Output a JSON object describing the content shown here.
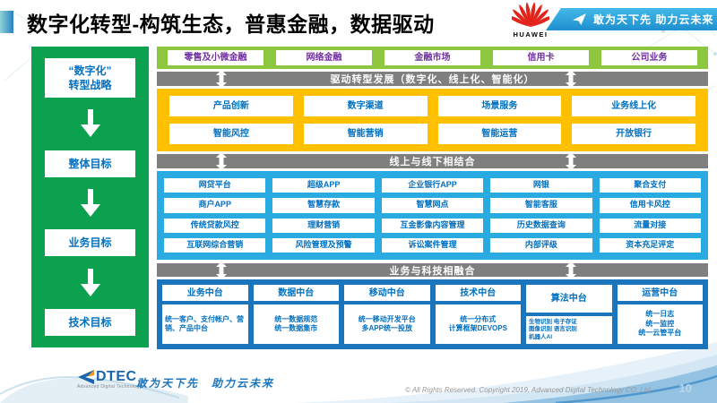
{
  "header": {
    "title": "数字化转型-构筑生态，普惠金融，数据驱动",
    "huawei_wordmark": "HUAWEI",
    "banner_slogan": "敢为天下先 助力云未来"
  },
  "sidebar": {
    "items": [
      {
        "label": "“数字化”\n转型战略"
      },
      {
        "label": "整体目标"
      },
      {
        "label": "业务目标"
      },
      {
        "label": "技术目标"
      }
    ]
  },
  "diagram": {
    "business_lines": [
      "零售及小微金融",
      "网络金融",
      "金融市场",
      "信用卡",
      "公司业务"
    ],
    "banner_drive": "驱动转型发展（数字化、线上化、智能化）",
    "yellow_rows": [
      [
        "产品创新",
        "数字渠道",
        "场景服务",
        "业务线上化"
      ],
      [
        "智能风控",
        "智能营销",
        "智能运营",
        "开放银行"
      ]
    ],
    "banner_online_offline": "线上与线下相结合",
    "blue_rows": [
      [
        "网贷平台",
        "超级APP",
        "企业银行APP",
        "网银",
        "聚合支付"
      ],
      [
        "商户APP",
        "智慧存款",
        "智慧网点",
        "智能客服",
        "信用卡风控"
      ],
      [
        "传统贷款风控",
        "理财营销",
        "互金影像内容管理",
        "历史数据查询",
        "流量对接"
      ],
      [
        "互联网综合营销",
        "风险管理及预警",
        "诉讼案件管理",
        "内部评级",
        "资本充足评定"
      ]
    ],
    "banner_biz_tech": "业务与科技相融合",
    "platforms": [
      {
        "title": "业务中台",
        "detail": "统一客户、支付帐户、营销、产品中台"
      },
      {
        "title": "数据中台",
        "detail": "统一数据规范\n统一数据集市"
      },
      {
        "title": "移动中台",
        "detail": "统一移动开发平台\n多APP统一投放"
      },
      {
        "title": "技术中台",
        "detail": "统一分布式\n计算框架DEVOPS"
      },
      {
        "title": "算法中台",
        "detail": "生物识别 电子存证\n图像识别 语言识别\n机器人AI"
      },
      {
        "title": "运营中台",
        "detail": "统一日志\n统一监控\n统一云管平台"
      }
    ]
  },
  "footer": {
    "logo_text": "DTEC",
    "logo_subtitle": "Advanced Digital Technology",
    "slogan": "敢为天下先　助力云未来",
    "copyright": "© All Rights Reserved. Copyright 2019, Advanced Digital Technology CO.,Ltd",
    "page_number": "10"
  },
  "colors": {
    "sidebar_green": "#0ba14f",
    "band_green": "#8dc63f",
    "band_yellow": "#ffc000",
    "band_azure": "#29abe2",
    "band_dark_blue": "#1b75bc",
    "banner_gray": "#7f7f7f",
    "text_blue": "#0070c0",
    "text_purple": "#7030a0",
    "huawei_red": "#e2231a"
  }
}
